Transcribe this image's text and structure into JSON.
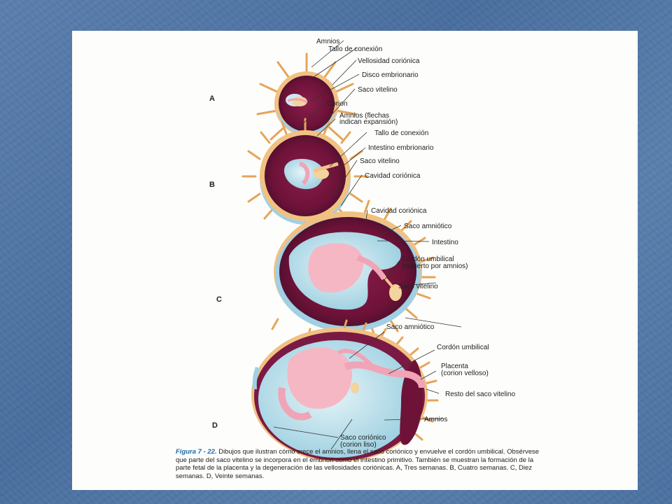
{
  "figure": {
    "panels": [
      {
        "letter": "A",
        "labels": [
          "Amnios",
          "Tallo de conexión",
          "Vellosidad coriónica",
          "Disco embrionario",
          "Saco vitelino",
          "Corion"
        ]
      },
      {
        "letter": "B",
        "labels": [
          "Amnios (flechas",
          "indican expansión)",
          "Tallo de conexión",
          "Intestino embrionario",
          "Saco vitelino",
          "Cavidad coriónica"
        ]
      },
      {
        "letter": "C",
        "labels": [
          "Cavidad coriónica",
          "Saco amniótico",
          "Intestino",
          "Cordón umbilical",
          "(cubierto por amnios)",
          "Saco vitelino"
        ]
      },
      {
        "letter": "D",
        "labels": [
          "Saco amniótico",
          "Cordón umbilical",
          "Placenta",
          "(corion velloso)",
          "Resto del saco vitelino",
          "Amnios",
          "Saco coriónico",
          "(corion liso)"
        ]
      }
    ],
    "caption": {
      "figure_number": "Figura 7 - 22.",
      "text": "Dibujos que ilustran cómo crece el amnios, llena el saco coriónico y envuelve el cordón umbilical. Obsérvese que parte del saco vitelino se incorpora en el embrión como el intestino primitivo. También se muestran la formación de la parte fetal de la placenta y la degeneración de las vellosidades coriónicas. A, Tres semanas. B, Cuatro semanas. C, Diez semanas. D, Veinte semanas."
    }
  }
}
